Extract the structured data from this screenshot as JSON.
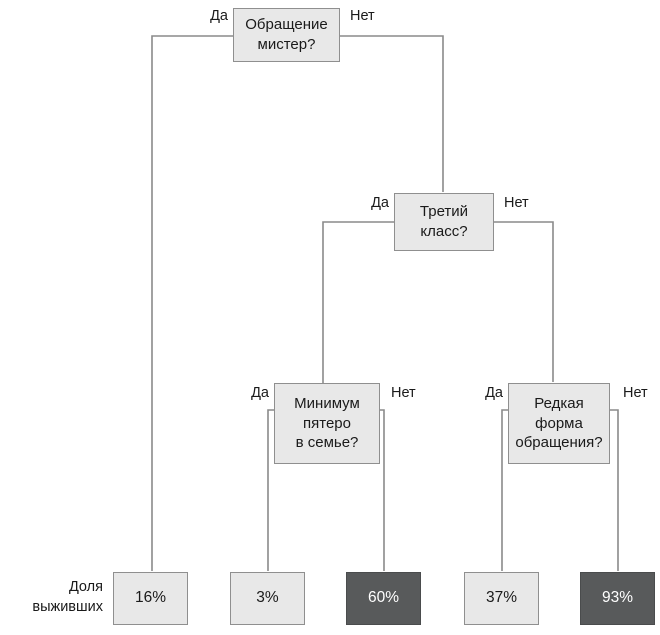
{
  "diagram": {
    "title": "Доля выживших",
    "side_label": "Доля\nвыживших",
    "yes_label": "Да",
    "no_label": "Нет",
    "colors": {
      "node_fill_light": "#e8e8e8",
      "node_fill_dark": "#585a5b",
      "node_border": "#8f8f8f",
      "edge_stroke": "#8a8a8a",
      "text_dark": "#1a1a1a",
      "text_light": "#ffffff"
    },
    "nodes": [
      {
        "id": "root",
        "label": "Обращение\nмистер?",
        "kind": "decision"
      },
      {
        "id": "third",
        "label": "Третий\nкласс?",
        "kind": "decision"
      },
      {
        "id": "family",
        "label": "Минимум\nпятеро\nв семье?",
        "kind": "decision"
      },
      {
        "id": "rare",
        "label": "Редкая\nформа\nобращения?",
        "kind": "decision"
      },
      {
        "id": "leaf16",
        "label": "16%",
        "kind": "leaf",
        "shade": "light"
      },
      {
        "id": "leaf3",
        "label": "3%",
        "kind": "leaf",
        "shade": "light"
      },
      {
        "id": "leaf60",
        "label": "60%",
        "kind": "leaf",
        "shade": "dark"
      },
      {
        "id": "leaf37",
        "label": "37%",
        "kind": "leaf",
        "shade": "light"
      },
      {
        "id": "leaf93",
        "label": "93%",
        "kind": "leaf",
        "shade": "dark"
      }
    ],
    "branches": [
      {
        "from": "root",
        "answer": "Да",
        "to": "leaf16"
      },
      {
        "from": "root",
        "answer": "Нет",
        "to": "third"
      },
      {
        "from": "third",
        "answer": "Да",
        "to": "family"
      },
      {
        "from": "third",
        "answer": "Нет",
        "to": "rare"
      },
      {
        "from": "family",
        "answer": "Да",
        "to": "leaf3"
      },
      {
        "from": "family",
        "answer": "Нет",
        "to": "leaf60"
      },
      {
        "from": "rare",
        "answer": "Да",
        "to": "leaf37"
      },
      {
        "from": "rare",
        "answer": "Нет",
        "to": "leaf93"
      }
    ]
  },
  "chart_data": {
    "type": "diagram",
    "title": "Доля выживших",
    "categories": [
      "16%",
      "3%",
      "60%",
      "37%",
      "93%"
    ],
    "values": [
      16,
      3,
      60,
      37,
      93
    ],
    "ylabel": "Доля выживших"
  }
}
